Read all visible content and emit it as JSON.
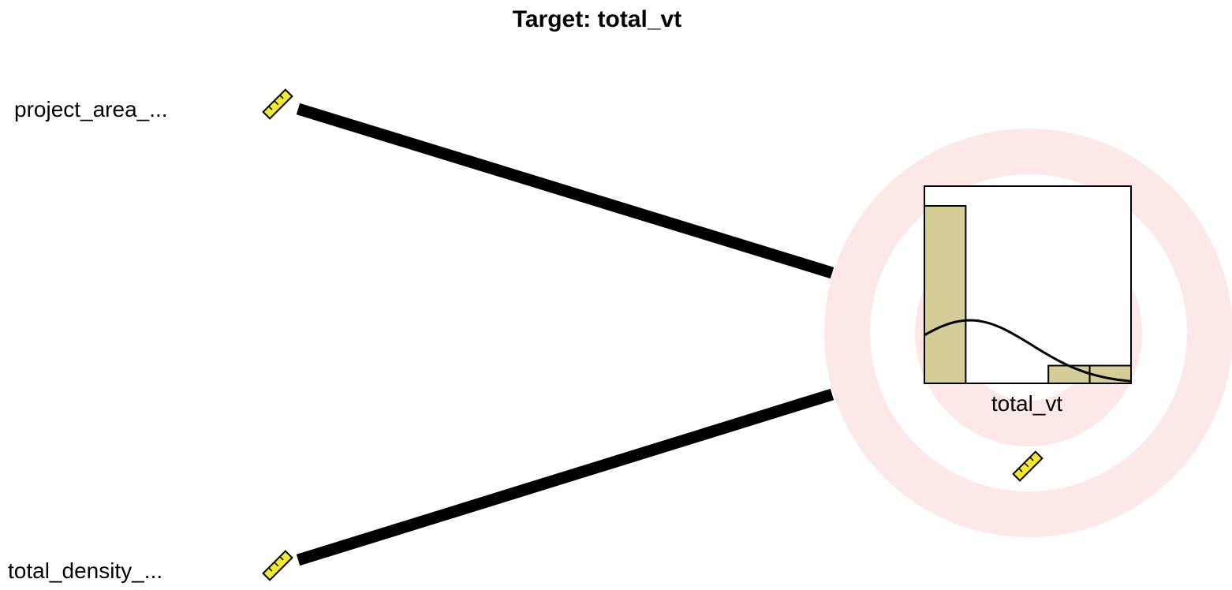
{
  "title": "Target: total_vt",
  "predictors": [
    {
      "label": "project_area_...",
      "icon": "ruler-icon"
    },
    {
      "label": "total_density_...",
      "icon": "ruler-icon"
    }
  ],
  "target": {
    "label": "total_vt",
    "icon": "ruler-icon",
    "target_rings_color": "#fde8e8"
  },
  "link_color": "#000000",
  "chart_data": {
    "type": "bar",
    "xlabel": "total_vt",
    "bins": 5,
    "values": [
      0.9,
      0.0,
      0.0,
      0.09,
      0.09
    ],
    "ylim": [
      0,
      1
    ],
    "bar_color": "#d4cd98",
    "curve": "normal-fit"
  }
}
